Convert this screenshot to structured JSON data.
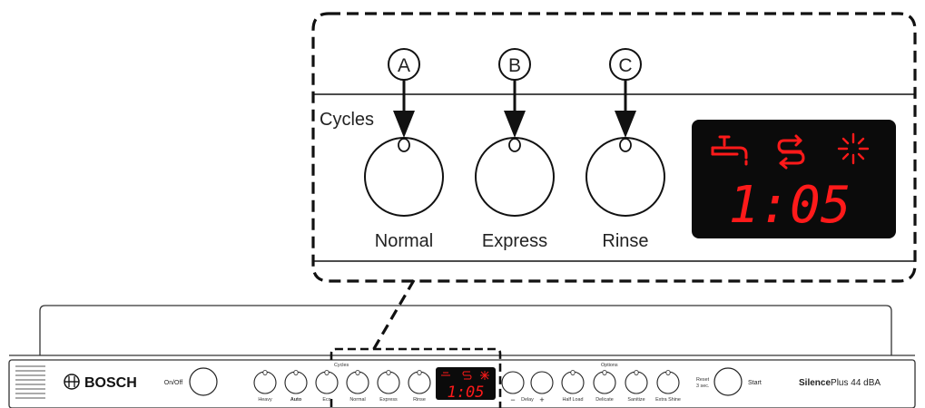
{
  "zoom": {
    "section_label": "Cycles",
    "buttons": [
      {
        "marker": "A",
        "label": "Normal"
      },
      {
        "marker": "B",
        "label": "Express"
      },
      {
        "marker": "C",
        "label": "Rinse"
      }
    ],
    "display": {
      "time": "1:05",
      "icons": [
        "faucet-icon",
        "rinse-cycle-icon",
        "sparkle-icon"
      ],
      "color": "#ff1a1a"
    }
  },
  "panel": {
    "brand": "BOSCH",
    "power_label": "On/Off",
    "cycles_title": "Cycles",
    "cycle_buttons": [
      "Heavy",
      "Auto",
      "Eco",
      "Normal",
      "Express",
      "Rinse"
    ],
    "display_time": "1:05",
    "options_title": "Options",
    "delay_minus": "−",
    "delay_label": "Delay",
    "delay_plus": "+",
    "option_buttons": [
      "Half Load",
      "Delicate",
      "Sanitize",
      "Extra Shine"
    ],
    "reset_line1": "Reset",
    "reset_line2": "3 sec.",
    "start_label": "Start",
    "model_bold": "Silence",
    "model_rest": "Plus 44 dBA"
  }
}
